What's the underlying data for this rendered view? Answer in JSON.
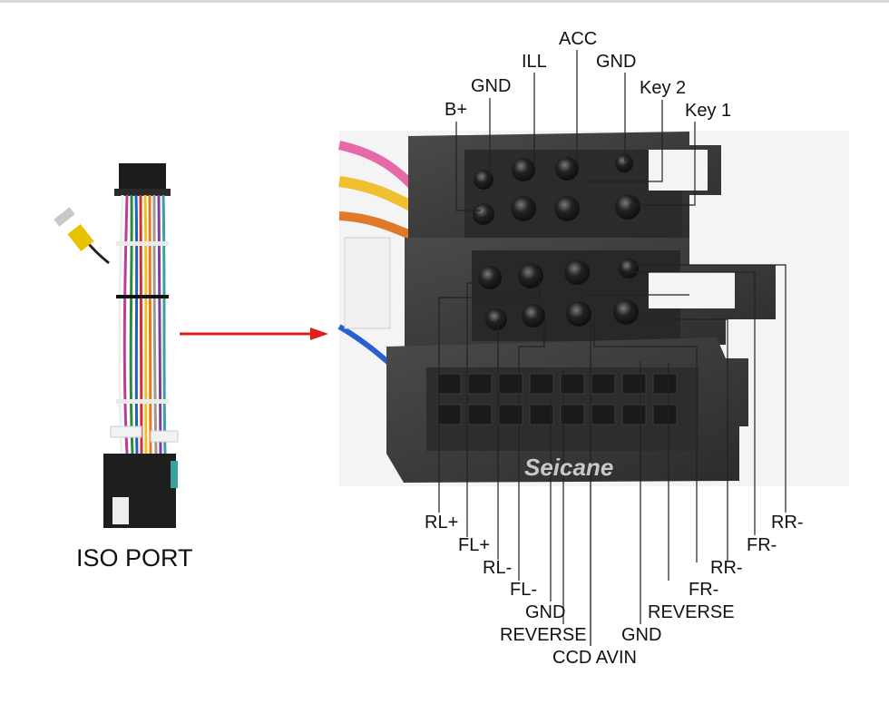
{
  "left_caption": "ISO PORT",
  "watermark": "Seicane",
  "top_labels": {
    "acc": "ACC",
    "ill": "ILL",
    "gnd_right": "GND",
    "key2": "Key 2",
    "gnd_left": "GND",
    "key1": "Key 1",
    "bplus": "B+"
  },
  "bottom_labels": {
    "rl_plus": "RL+",
    "fl_plus": "FL+",
    "rl_minus": "RL-",
    "fl_minus": "FL-",
    "gnd_1": "GND",
    "reverse_1": "REVERSE",
    "ccd_avin": "CCD AVIN",
    "gnd_2": "GND",
    "reverse_2": "REVERSE",
    "fr_minus_1": "FR-",
    "rr_minus_1": "RR-",
    "fr_minus_2": "FR-",
    "rr_minus_2": "RR-"
  },
  "colors": {
    "connector": "#3a3a3a",
    "arrow": "#e01e1e",
    "photo_bg": "#f4f4f4",
    "leader": "#222222"
  }
}
